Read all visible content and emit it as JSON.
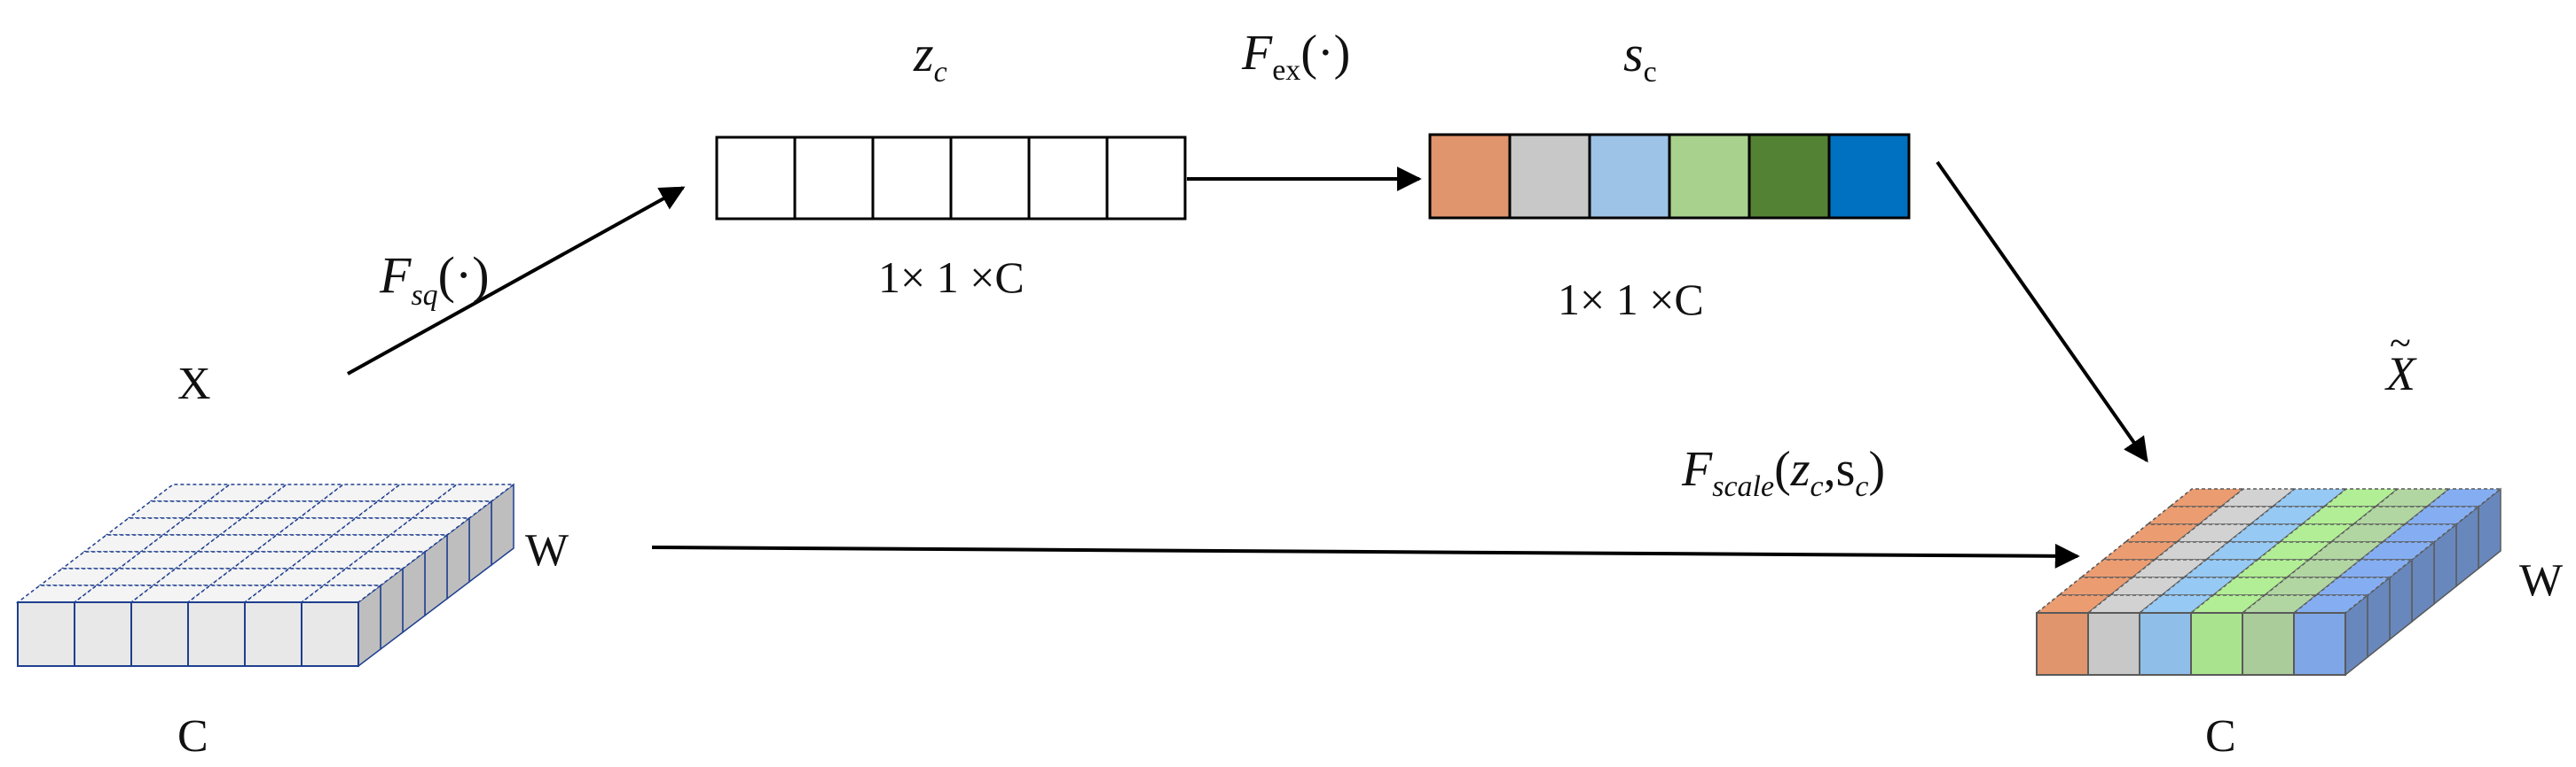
{
  "labels": {
    "zc": {
      "base": "z",
      "sub": "c"
    },
    "sc": {
      "base": "s",
      "sub": "c"
    },
    "fex": {
      "F": "F",
      "sub": "ex",
      "arg": "(·)"
    },
    "fsq": {
      "F": "F",
      "sub": "sq",
      "arg": "(·)"
    },
    "fscale": {
      "F": "F",
      "sub": "scale",
      "open": "(",
      "z": "z",
      "zsub": "c",
      "comma": ",",
      "s": "s",
      "ssub": "c",
      "close": ")"
    },
    "dim_zc": "1× 1 ×C",
    "dim_sc": "1× 1 ×C",
    "input_x": "X",
    "input_w": "W",
    "input_c": "C",
    "output_x": "X",
    "output_tilde": "~",
    "output_w": "W",
    "output_c": "C"
  },
  "vectors": {
    "zc_cells": [
      "#ffffff",
      "#ffffff",
      "#ffffff",
      "#ffffff",
      "#ffffff",
      "#ffffff"
    ],
    "sc_cells": [
      "#e0956c",
      "#c8c8c8",
      "#9dc3e6",
      "#a9d18e",
      "#548235",
      "#0070c0"
    ]
  },
  "tensors": {
    "input_color": "#e8e8e8",
    "input_stroke": "#1f3f8f",
    "output_colors": [
      "#e0956c",
      "#c8c8c8",
      "#8fbfe8",
      "#a9e38e",
      "#a9cc9a",
      "#7fa6e6"
    ]
  }
}
